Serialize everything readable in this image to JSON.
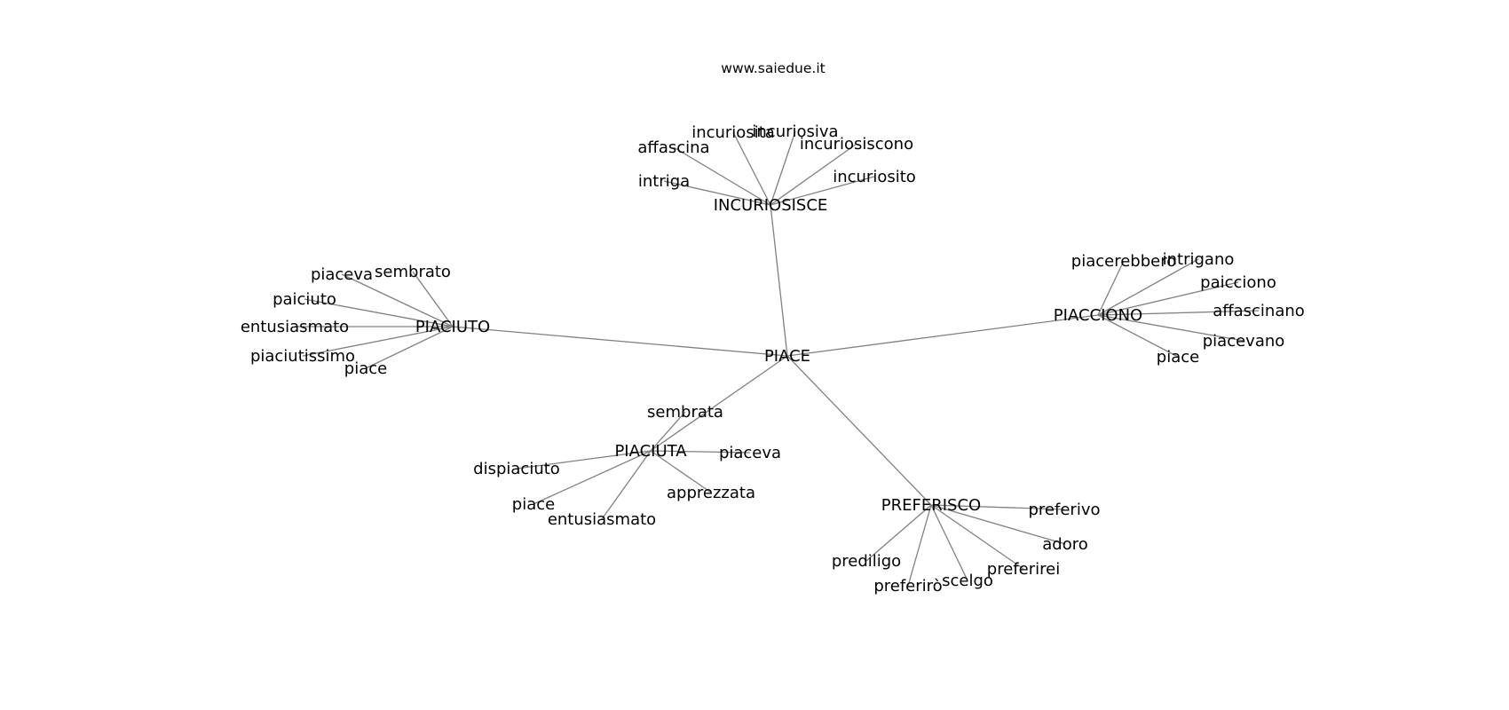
{
  "watermark": "www.saiedue.it",
  "root": "PIACE",
  "hubs": [
    {
      "label": "INCURIOSISCE",
      "leaves": [
        "incuriosita",
        "incuriosiva",
        "affascina",
        "incuriosiscono",
        "intriga",
        "incuriosito"
      ]
    },
    {
      "label": "PIACIUTO",
      "leaves": [
        "piaceva",
        "sembrato",
        "paiciuto",
        "entusiasmato",
        "piaciutissimo",
        "piace"
      ]
    },
    {
      "label": "PIACCIONO",
      "leaves": [
        "piacerebbero",
        "intrigano",
        "paicciono",
        "affascinano",
        "piacevano",
        "piace"
      ]
    },
    {
      "label": "PIACIUTA",
      "leaves": [
        "sembrata",
        "piaceva",
        "dispiaciuto",
        "apprezzata",
        "piace",
        "entusiasmato"
      ]
    },
    {
      "label": "PREFERISCO",
      "leaves": [
        "preferivo",
        "adoro",
        "prediligo",
        "preferirei",
        "scelgo",
        "preferirò"
      ]
    }
  ]
}
